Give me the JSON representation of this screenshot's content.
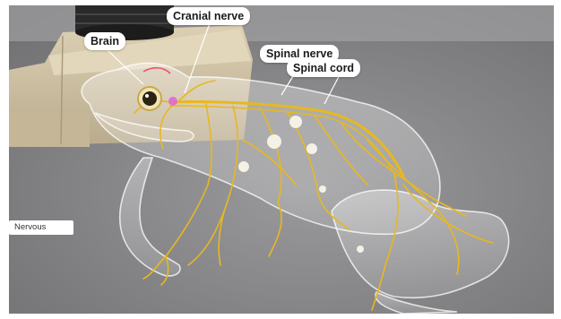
{
  "ar_view": {
    "subject": "frog-nervous-system-model",
    "callouts": {
      "brain": "Brain",
      "cranial_nerve": "Cranial nerve",
      "spinal_nerve": "Spinal nerve",
      "spinal_cord": "Spinal cord"
    },
    "system_button": {
      "label": "Nervous"
    }
  },
  "colors": {
    "table_surface": "#8a8a8c",
    "nerve_yellow": "#e8b81e",
    "ganglion_white": "#f4f1e6",
    "eye_dark": "#2c2410",
    "box_beige": "#cfc3a8",
    "callout_background": "#ffffff"
  }
}
